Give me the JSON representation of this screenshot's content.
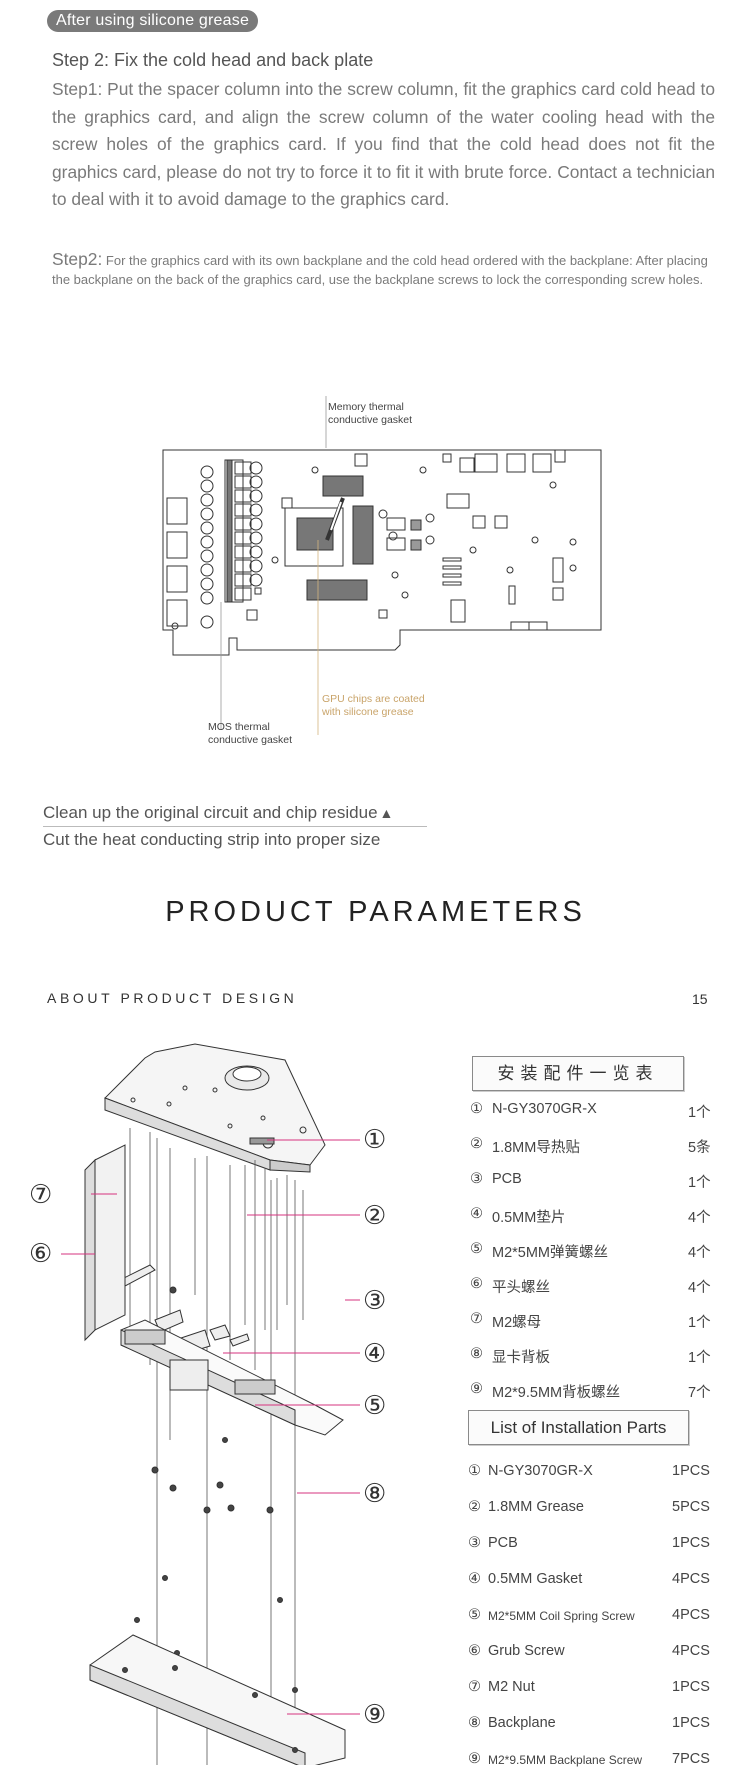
{
  "badge": "After using silicone grease",
  "step_title": "Step 2: Fix the cold head and back plate",
  "step1_text": "Step1: Put the spacer column into the screw column, fit the graphics card cold head to the graphics card, and align the screw column of the water cooling head with the screw holes of the graphics card. If you find that the cold head does not fit the graphics card, please do not try to force it to fit it with brute force. Contact a technician to deal with it to avoid damage to the graphics card.",
  "step2_label": "Step2:",
  "step2_text": " For the graphics card with its own backplane and the cold head ordered with the backplane: After placing the backplane on the back of the graphics card, use the backplane screws to lock the corresponding screw holes.",
  "diagram": {
    "memory_note": [
      "Memory thermal",
      "conductive gasket"
    ],
    "gpu_note": [
      "GPU chips are coated",
      "with silicone grease"
    ],
    "mos_note": [
      "MOS thermal",
      "conductive gasket"
    ]
  },
  "clean_text": "Clean up the original circuit and chip residue",
  "cut_text": "Cut the heat conducting strip into proper size",
  "product_parameters": "PRODUCT PARAMETERS",
  "about": "ABOUT PRODUCT DESIGN",
  "page_number": "15",
  "cn_table": {
    "header": "安装配件一览表",
    "rows": [
      {
        "num": "①",
        "name": "N-GY3070GR-X",
        "qty": "1个"
      },
      {
        "num": "②",
        "name": "1.8MM导热贴",
        "qty": "5条"
      },
      {
        "num": "③",
        "name": "PCB",
        "qty": "1个"
      },
      {
        "num": "④",
        "name": "0.5MM垫片",
        "qty": "4个"
      },
      {
        "num": "⑤",
        "name": "M2*5MM弹簧螺丝",
        "qty": "4个"
      },
      {
        "num": "⑥",
        "name": "平头螺丝",
        "qty": "4个"
      },
      {
        "num": "⑦",
        "name": "M2螺母",
        "qty": "1个"
      },
      {
        "num": "⑧",
        "name": "显卡背板",
        "qty": "1个"
      },
      {
        "num": "⑨",
        "name": "M2*9.5MM背板螺丝",
        "qty": "7个"
      }
    ]
  },
  "en_table": {
    "header": "List of Installation Parts",
    "rows": [
      {
        "num": "①",
        "name": "N-GY3070GR-X",
        "qty": "1PCS"
      },
      {
        "num": "②",
        "name": "1.8MM Grease",
        "qty": "5PCS"
      },
      {
        "num": "③",
        "name": "PCB",
        "qty": "1PCS"
      },
      {
        "num": "④",
        "name": "0.5MM Gasket",
        "qty": "4PCS"
      },
      {
        "num": "⑤",
        "name": "M2*5MM Coil Spring Screw",
        "qty": "4PCS"
      },
      {
        "num": "⑥",
        "name": "Grub Screw",
        "qty": "4PCS"
      },
      {
        "num": "⑦",
        "name": "M2 Nut",
        "qty": "1PCS"
      },
      {
        "num": "⑧",
        "name": "Backplane",
        "qty": "1PCS"
      },
      {
        "num": "⑨",
        "name": "M2*9.5MM Backplane Screw",
        "qty": "7PCS"
      }
    ]
  },
  "callouts": [
    "①",
    "②",
    "③",
    "④",
    "⑤",
    "⑥",
    "⑦",
    "⑧",
    "⑨"
  ],
  "colors": {
    "callout_line": "#d6337f",
    "gpu_note": "#c9a46a",
    "text": "#555555"
  }
}
